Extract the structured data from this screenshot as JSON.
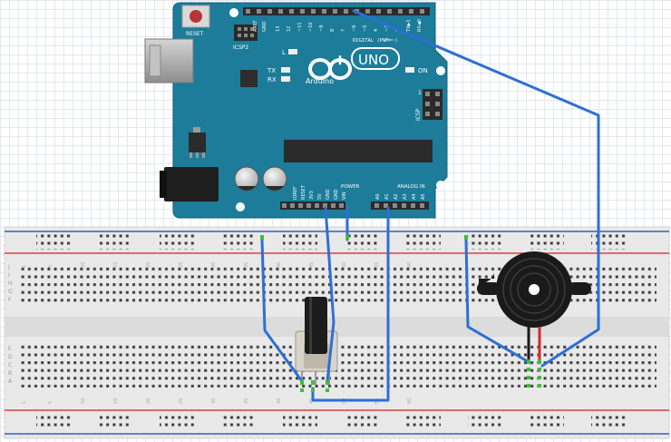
{
  "board": {
    "reset_label": "RESET",
    "icsp2_label": "ICSP2",
    "icsp_label": "ICSP",
    "icsp_pin1": "1",
    "aref": "AREF",
    "gnd": "GND",
    "digital_header": "DIGITAL (PWM=~)",
    "digital_pins": [
      "13",
      "12",
      "~11",
      "~10",
      "~9",
      "8",
      "7",
      "~6",
      "~5",
      "4",
      "~3",
      "2",
      "TX▶1",
      "RX◀0"
    ],
    "led_l": "L",
    "led_tx": "TX",
    "led_rx": "RX",
    "on_label": "ON",
    "brand": "Arduino",
    "model": "UNO",
    "power_header": "POWER",
    "power_pins": [
      "IOREF",
      "RESET",
      "3V3",
      "5V",
      "GND",
      "GND",
      "VIN"
    ],
    "analog_header": "ANALOG IN",
    "analog_pins": [
      "A0",
      "A1",
      "A2",
      "A3",
      "A4",
      "A5"
    ]
  },
  "breadboard": {
    "row_letters_top": [
      "J",
      "I",
      "H",
      "G",
      "F"
    ],
    "row_letters_bottom": [
      "E",
      "D",
      "C",
      "B",
      "A"
    ],
    "column_numbers": [
      "1",
      "5",
      "10",
      "15",
      "20",
      "25",
      "30",
      "35",
      "40",
      "45",
      "50",
      "55",
      "60"
    ]
  },
  "colors": {
    "board": "#1c7c99",
    "board_dark": "#14637b",
    "wire": "#2e6fd6",
    "rail_red": "#d9443c",
    "rail_blue": "#3b5fc0",
    "breadboard": "#e9e9e9"
  },
  "components": {
    "potentiometer": "potentiometer",
    "buzzer": "piezo-buzzer"
  }
}
